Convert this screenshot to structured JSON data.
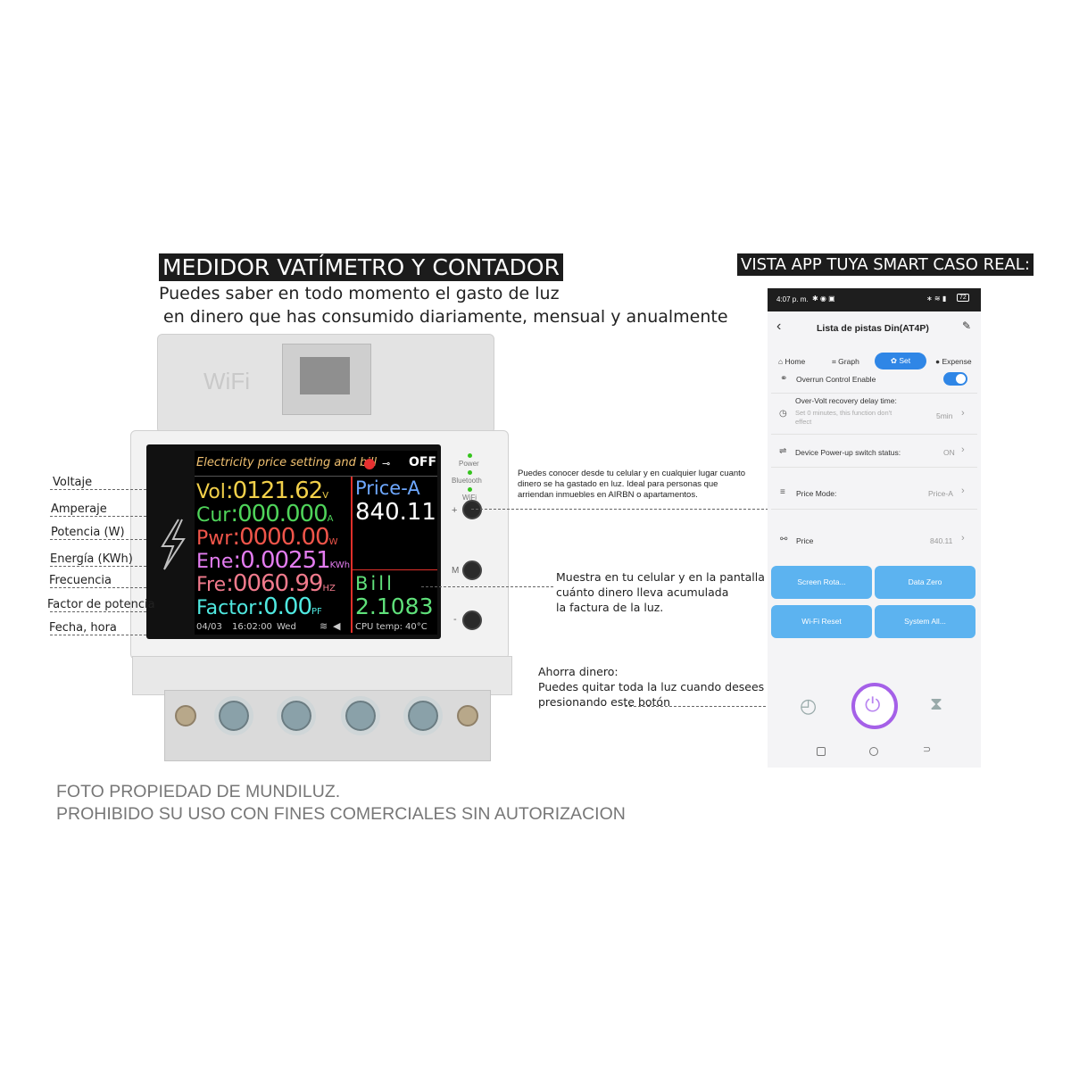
{
  "heading_left": "MEDIDOR VATÍMETRO Y CONTADOR",
  "subtitle_line1": "Puedes saber en todo momento el gasto de luz",
  "subtitle_line2": "en dinero que has consumido diariamente, mensual y anualmente",
  "heading_right": "VISTA APP TUYA SMART CASO REAL:",
  "meter": {
    "case_text": "WiFi",
    "header": "Electricity price setting and bill",
    "switch_state": "OFF",
    "rows": [
      {
        "label": "Vol",
        "value": ":0121.62",
        "unit": "V",
        "color": "#f2d04a"
      },
      {
        "label": "Cur",
        "value": ":000.000",
        "unit": "A",
        "color": "#4fd45a"
      },
      {
        "label": "Pwr",
        "value": ":0000.00",
        "unit": "W",
        "color": "#f0554a"
      },
      {
        "label": "Ene",
        "value": ":0.00251",
        "unit": "KWh",
        "color": "#e37cf0"
      },
      {
        "label": "Fre",
        "value": ":0060.99",
        "unit": "HZ",
        "color": "#f07a8c"
      },
      {
        "label": "Factor",
        "value": ":0.00",
        "unit": "PF",
        "color": "#4fe8e0"
      }
    ],
    "price_label": "Price-A",
    "price_value": "840.11",
    "bill_label": "Bill",
    "bill_value": "2.1083",
    "date": "04/03",
    "time": "16:02:00",
    "day": "Wed",
    "cpu": "CPU temp:",
    "cpu_value": "40°C",
    "leds": [
      "Power",
      "Bluetooth",
      "WiFi"
    ],
    "btn_plus": "+",
    "btn_m": "M",
    "btn_minus": "-"
  },
  "left_labels": [
    "Voltaje",
    "Amperaje",
    "Potencia (W)",
    "Energía (KWh)",
    "Frecuencia",
    "Factor de potencia",
    "Fecha, hora"
  ],
  "note_top": "Puedes conocer desde tu celular y en cualquier lugar cuanto dinero se ha gastado en luz. Ideal para personas que arriendan inmuebles en AIRBN o apartamentos.",
  "note_mid_1": "Muestra en tu celular y en la pantalla",
  "note_mid_2": "cuánto dinero lleva acumulada",
  "note_mid_3": "la factura de la luz.",
  "note_bot_1": "Ahorra dinero:",
  "note_bot_2": "Puedes quitar toda la luz cuando desees",
  "note_bot_3": "presionando este botón",
  "phone": {
    "status_time": "4:07 p. m.",
    "battery": "72",
    "title": "Lista de pistas Din(AT4P)",
    "tabs": [
      "Home",
      "Graph",
      "Set",
      "Expense"
    ],
    "overrun_label": "Overrun Control Enable",
    "overvolt_label": "Over-Volt recovery delay time:",
    "overvolt_hint": "Set 0 minutes, this function don't effect",
    "overvolt_value": "5min",
    "powerup_label": "Device Power-up switch status:",
    "powerup_value": "ON",
    "price_mode_label": "Price Mode:",
    "price_mode_value": "Price-A",
    "price_label": "Price",
    "price_value": "840.11",
    "buttons": [
      "Screen Rota...",
      "Data Zero",
      "Wi-Fi Reset",
      "System All..."
    ]
  },
  "footer_line1": "FOTO PROPIEDAD DE MUNDILUZ.",
  "footer_line2": "PROHIBIDO SU USO CON FINES COMERCIALES SIN AUTORIZACION"
}
